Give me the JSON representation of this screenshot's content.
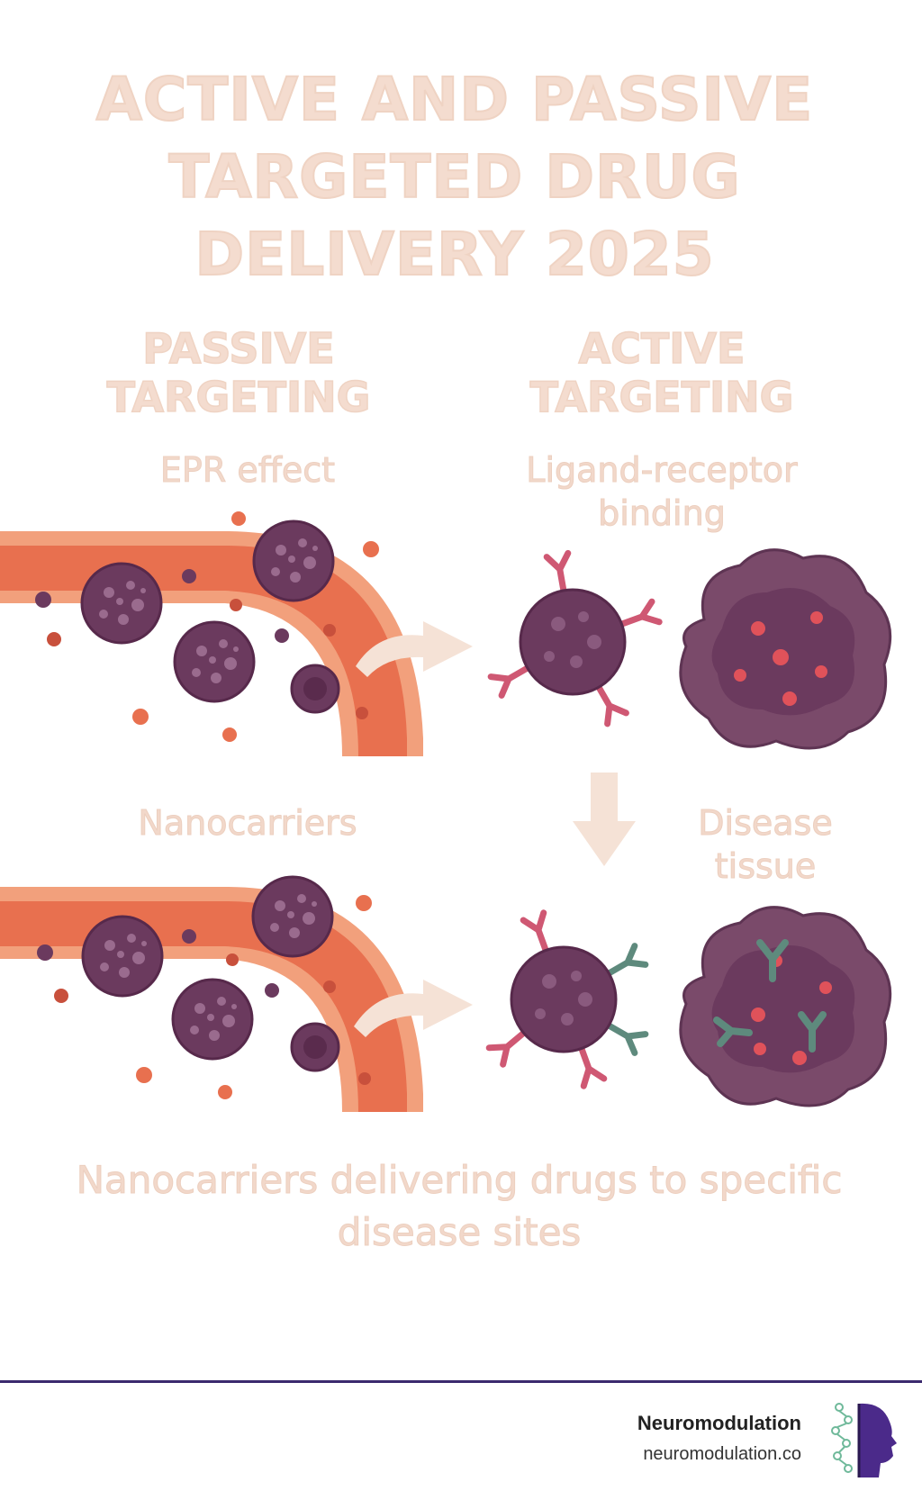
{
  "title": "ACTIVE AND PASSIVE TARGETED DRUG DELIVERY 2025",
  "passive": {
    "heading": "PASSIVE TARGETING",
    "mechanism": "EPR effect",
    "carrier_label": "Nanocarriers"
  },
  "active": {
    "heading": "ACTIVE TARGETING",
    "mechanism": "Ligand-receptor binding",
    "target_label": "Disease tissue"
  },
  "caption": "Nanocarriers delivering drugs to specific disease sites",
  "footer": {
    "brand": "Neuromodulation",
    "url": "neuromodulation.co"
  },
  "colors": {
    "vessel": "#e8704f",
    "vessel_wall": "#f2a07c",
    "carrier": "#6b3a5e",
    "ligand": "#cf5873",
    "receptor": "#5e8a7d",
    "tissue": "#7a4a6a",
    "footer_line": "#3b2a6e"
  }
}
